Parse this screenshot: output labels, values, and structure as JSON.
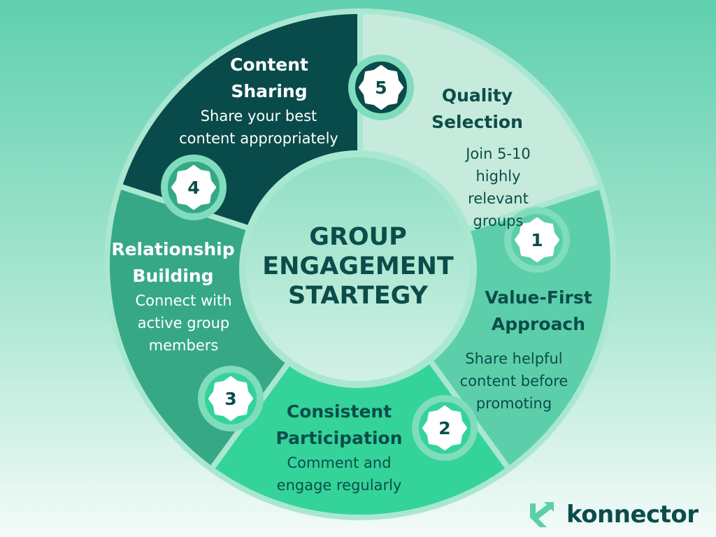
{
  "title": [
    "GROUP",
    "ENGAGEMENT",
    "STARTEGY"
  ],
  "colors": {
    "dark": "#0b4d4a",
    "quality": "#c6eadb",
    "value": "#5ccfaa",
    "consistent": "#34d39a",
    "relationship": "#37a886",
    "content": "#094b4a",
    "gap": "#a9e7d1"
  },
  "steps": [
    {
      "number": "1",
      "title_lines": [
        "Quality",
        "Selection"
      ],
      "desc_lines": [
        "Join 5-10 highly",
        "relevant groups"
      ]
    },
    {
      "number": "2",
      "title_lines": [
        "Value-First",
        "Approach"
      ],
      "desc_lines": [
        "Share helpful",
        "content before",
        "promoting"
      ]
    },
    {
      "number": "3",
      "title_lines": [
        "Consistent",
        "Participation"
      ],
      "desc_lines": [
        "Comment and",
        "engage regularly"
      ]
    },
    {
      "number": "4",
      "title_lines": [
        "Relationship",
        "Building"
      ],
      "desc_lines": [
        "Connect with",
        "active group",
        "members"
      ]
    },
    {
      "number": "5",
      "title_lines": [
        "Content",
        "Sharing"
      ],
      "desc_lines": [
        "Share your best",
        "content appropriately"
      ]
    }
  ],
  "logo": {
    "text": "konnector"
  }
}
